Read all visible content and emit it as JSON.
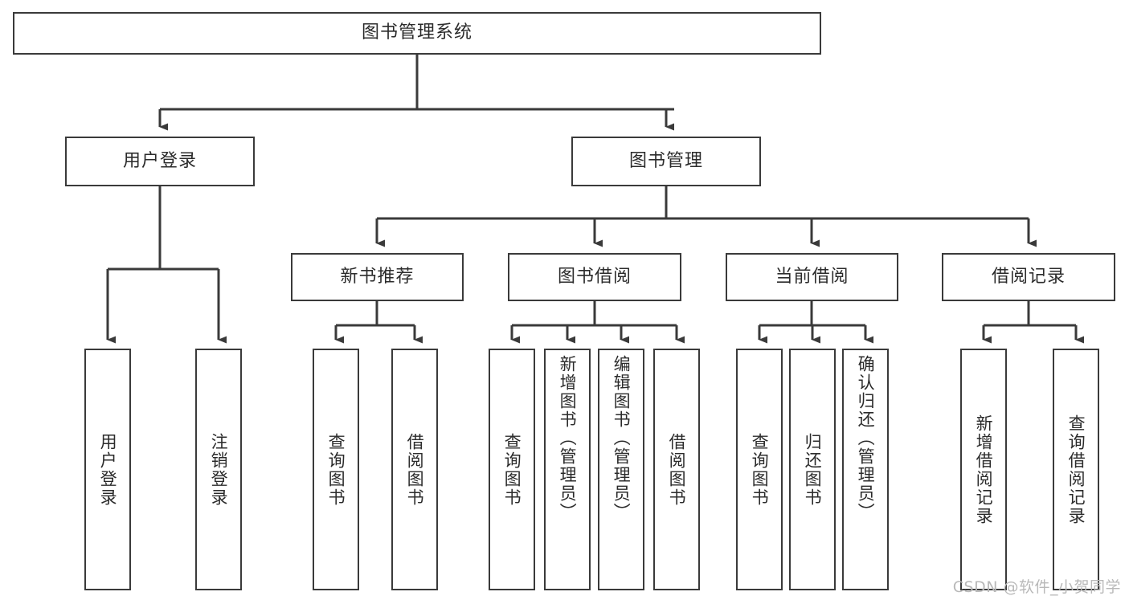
{
  "diagram": {
    "title": "图书管理系统",
    "type": "tree-hierarchy",
    "root": {
      "id": "root",
      "label": "图书管理系统"
    },
    "level2": [
      {
        "id": "user-login",
        "label": "用户登录"
      },
      {
        "id": "book-manage",
        "label": "图书管理"
      }
    ],
    "level3": [
      {
        "id": "new-book-recommend",
        "label": "新书推荐"
      },
      {
        "id": "book-borrow",
        "label": "图书借阅"
      },
      {
        "id": "current-borrow",
        "label": "当前借阅"
      },
      {
        "id": "borrow-record",
        "label": "借阅记录"
      }
    ],
    "leaves": {
      "user_login": [
        {
          "id": "leaf-user-login",
          "label": "用户登录"
        },
        {
          "id": "leaf-logout-login",
          "label": "注销登录"
        }
      ],
      "new_book_recommend": [
        {
          "id": "leaf-query-book-1",
          "label": "查询图书"
        },
        {
          "id": "leaf-borrow-book-1",
          "label": "借阅图书"
        }
      ],
      "book_borrow": [
        {
          "id": "leaf-query-book-2",
          "label": "查询图书"
        },
        {
          "id": "leaf-add-book",
          "label": "新增图书（管理员）"
        },
        {
          "id": "leaf-edit-book",
          "label": "编辑图书（管理员）"
        },
        {
          "id": "leaf-borrow-book-2",
          "label": "借阅图书"
        }
      ],
      "current_borrow": [
        {
          "id": "leaf-query-book-3",
          "label": "查询图书"
        },
        {
          "id": "leaf-return-book",
          "label": "归还图书"
        },
        {
          "id": "leaf-confirm-return",
          "label": "确认归还（管理员）"
        }
      ],
      "borrow_record": [
        {
          "id": "leaf-add-record",
          "label": "新增借阅记录"
        },
        {
          "id": "leaf-query-record",
          "label": "查询借阅记录"
        }
      ]
    }
  },
  "watermark": {
    "text": "CSDN @软件_小贺同学"
  },
  "colors": {
    "stroke": "#3a3a3a",
    "fill": "#ffffff",
    "text": "#2b2b2b",
    "watermark": "#b9b9b9"
  }
}
